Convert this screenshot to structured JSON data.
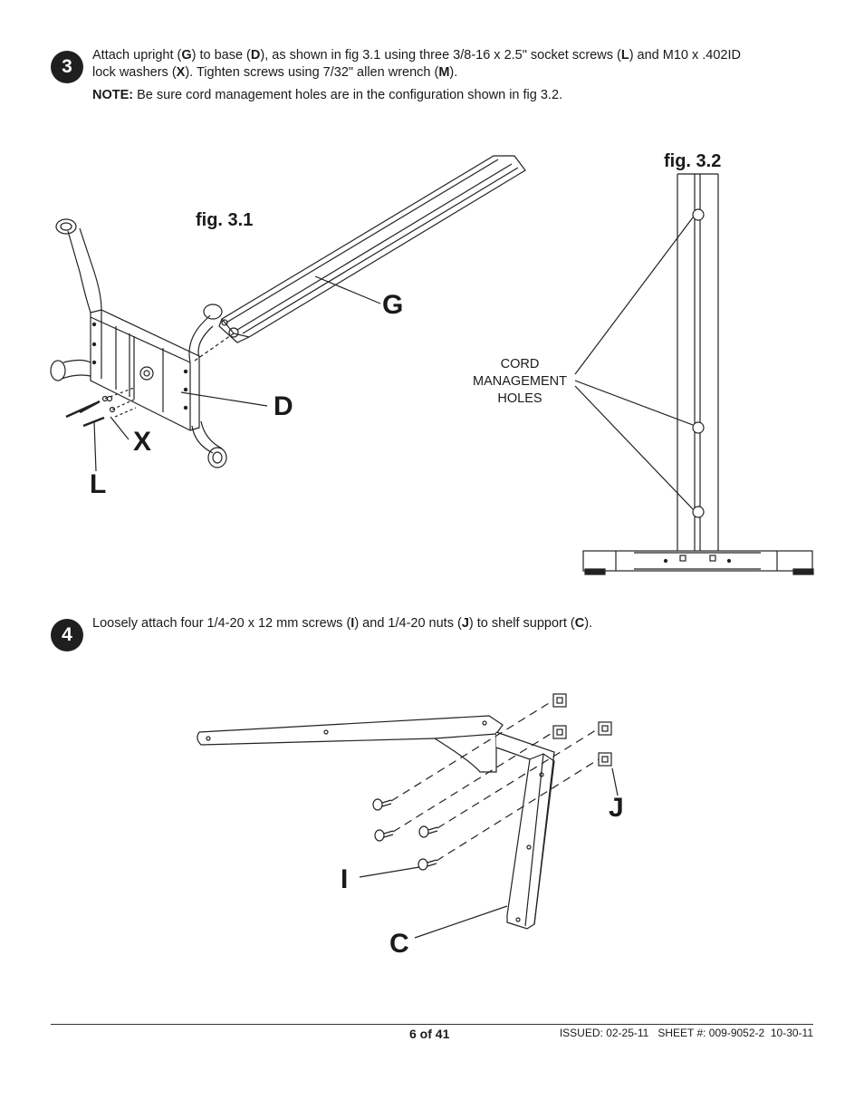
{
  "step3": {
    "number": "3",
    "text_pre1": "Attach upright (",
    "G": "G",
    "text_mid1": ") to base (",
    "D": "D",
    "text_mid2": "), as shown in fig 3.1 using three 3/8-16 x 2.5\" socket screws (",
    "L": "L",
    "text_mid3": ") and M10 x .402ID",
    "text_line2a": "lock washers (",
    "X": "X",
    "text_line2b": "). Tighten screws using 7/32\" allen wrench (",
    "M": "M",
    "text_line2c": ").",
    "note_label": "NOTE:",
    "note_text": " Be sure cord management holes are in the configuration shown in fig 3.2."
  },
  "fig31": {
    "label": "fig. 3.1",
    "callout_G": "G",
    "callout_D": "D",
    "callout_X": "X",
    "callout_L": "L"
  },
  "fig32": {
    "label": "fig. 3.2",
    "cord_line1": "CORD",
    "cord_line2": "MANAGEMENT",
    "cord_line3": "HOLES"
  },
  "step4": {
    "number": "4",
    "text_pre": "Loosely attach four 1/4-20 x 12 mm screws (",
    "I": "I",
    "text_mid1": ") and 1/4-20 nuts (",
    "J": "J",
    "text_mid2": ") to shelf support (",
    "C": "C",
    "text_end": ")."
  },
  "fig4": {
    "callout_J": "J",
    "callout_I": "I",
    "callout_C": "C"
  },
  "footer": {
    "page": "6 of 41",
    "issued": "ISSUED: 02-25-11   SHEET #: 009-9052-2  10-30-11"
  }
}
